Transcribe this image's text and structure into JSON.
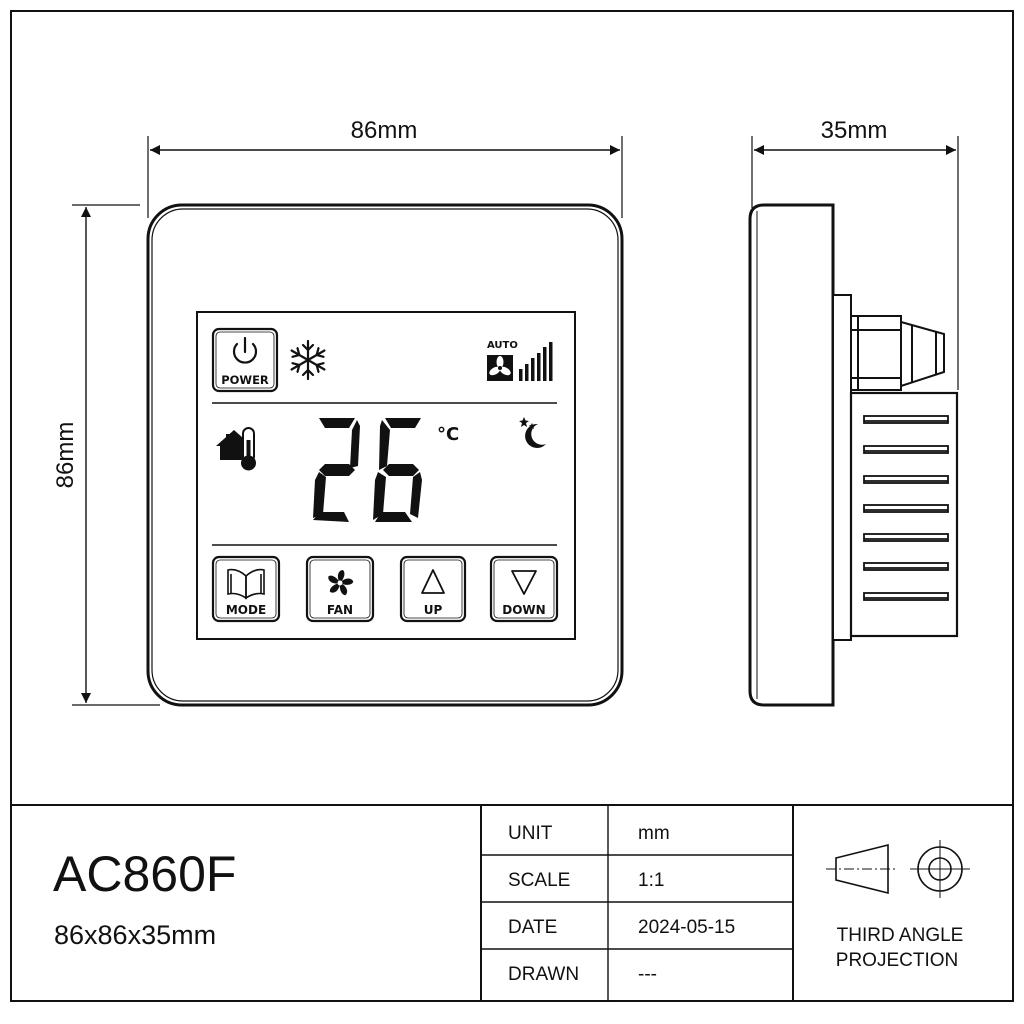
{
  "dimensions": {
    "front_width": "86mm",
    "front_height": "86mm",
    "side_depth": "35mm"
  },
  "display": {
    "temperature": "26",
    "unit": "°C",
    "fan_mode": "AUTO"
  },
  "buttons": {
    "power": "POWER",
    "mode": "MODE",
    "fan": "FAN",
    "up": "UP",
    "down": "DOWN"
  },
  "title_block": {
    "model": "AC860F",
    "size": "86x86x35mm",
    "rows": [
      {
        "label": "UNIT",
        "value": "mm"
      },
      {
        "label": "SCALE",
        "value": "1:1"
      },
      {
        "label": "DATE",
        "value": "2024-05-15"
      },
      {
        "label": "DRAWN",
        "value": "---"
      }
    ],
    "projection_line1": "THIRD ANGLE",
    "projection_line2": "PROJECTION"
  }
}
